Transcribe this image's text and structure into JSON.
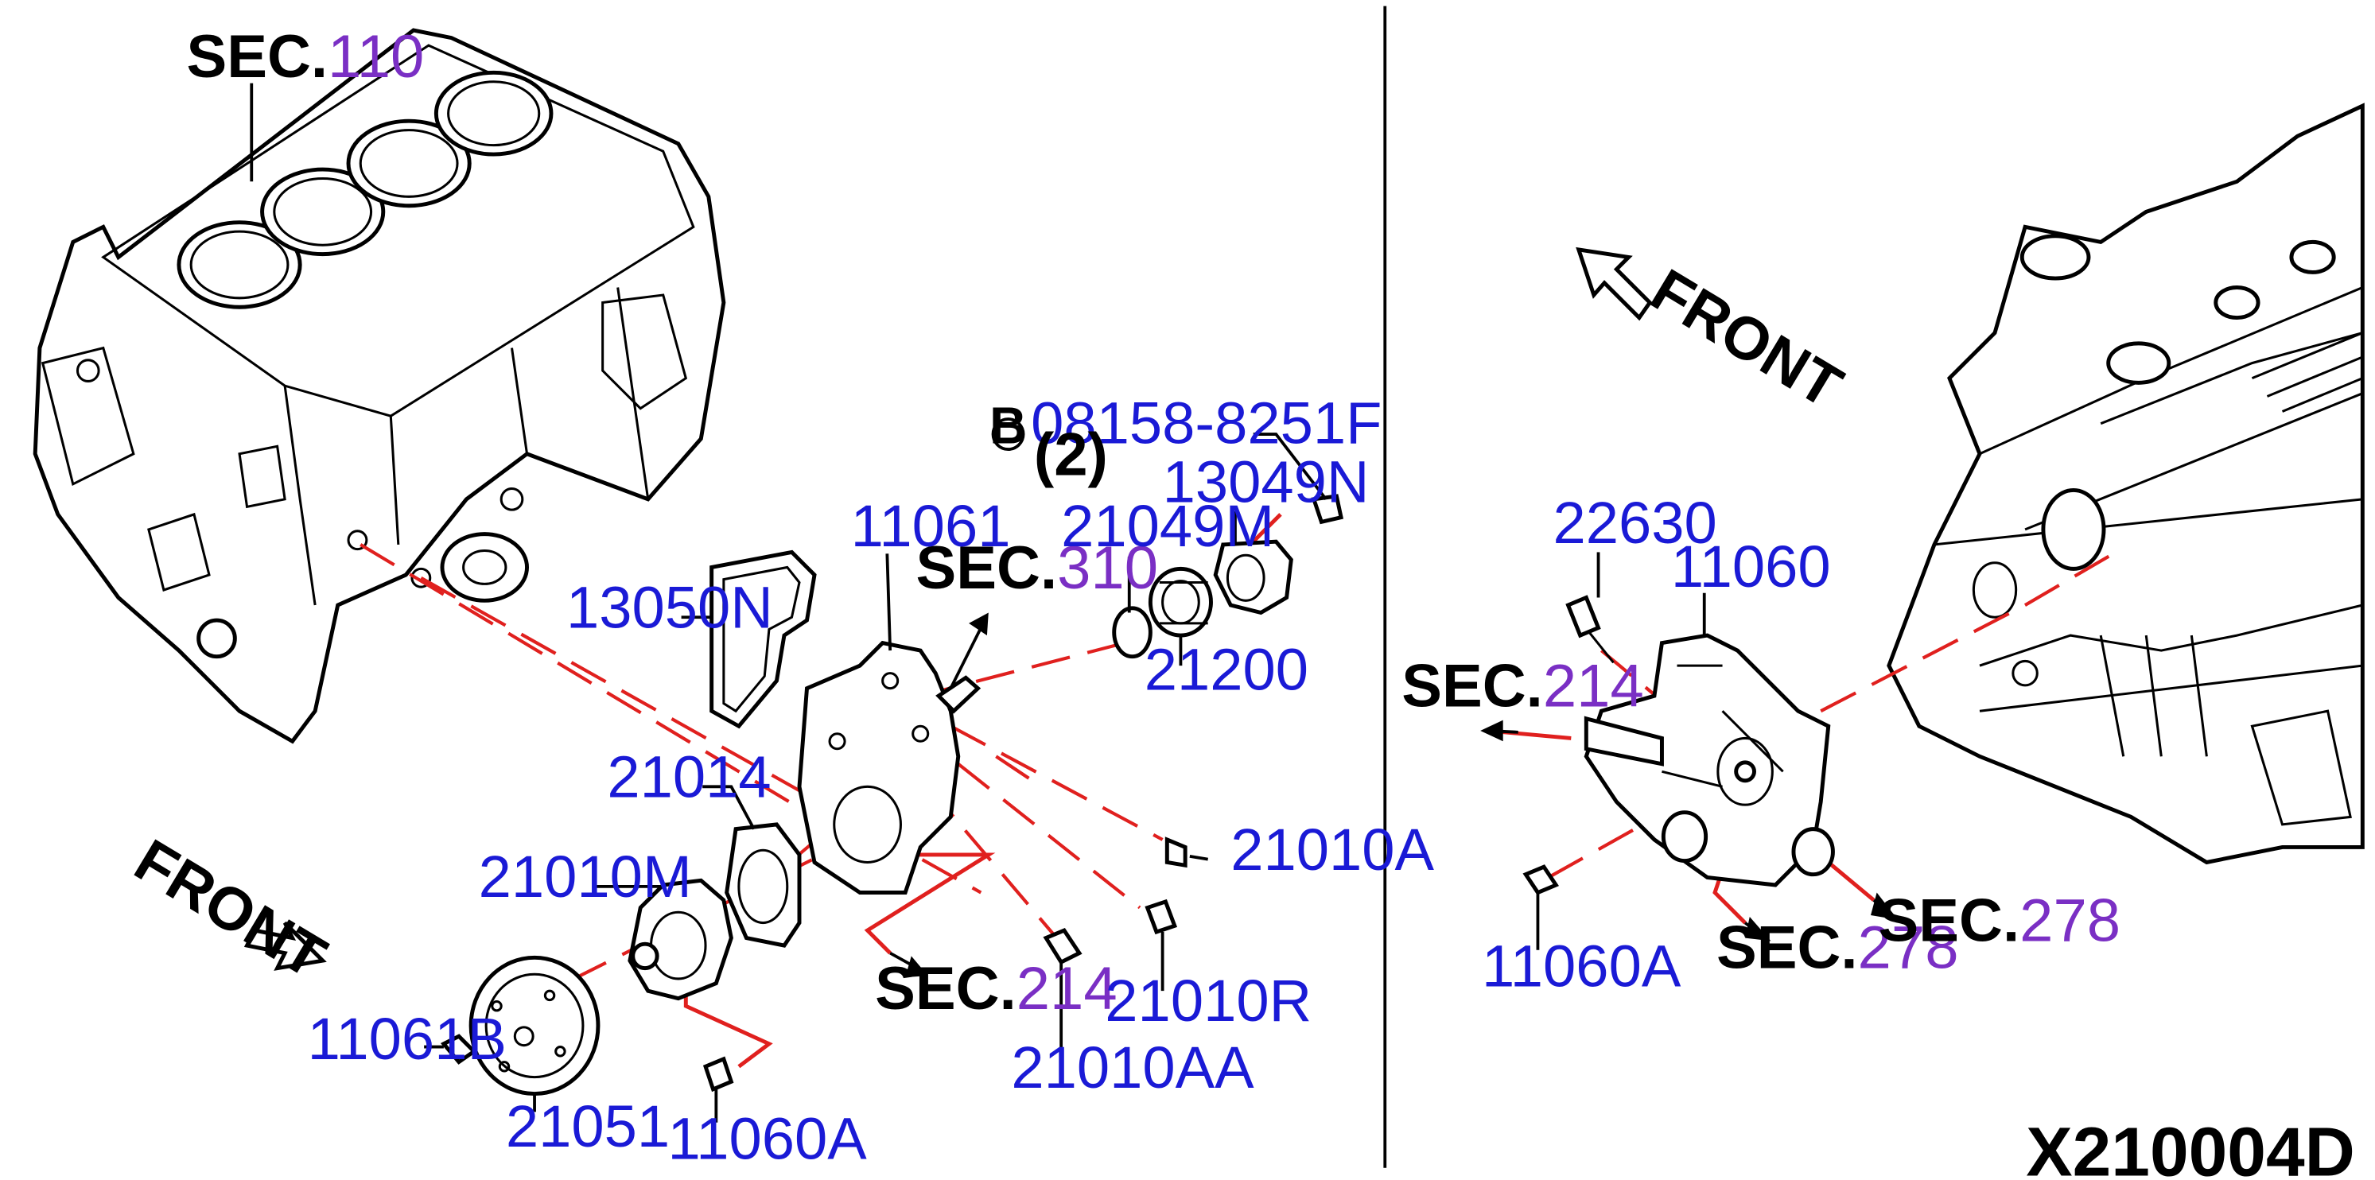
{
  "diagram_code": "X210004D",
  "sections": [
    {
      "prefix": "SEC.",
      "number": "110"
    },
    {
      "prefix": "SEC.",
      "number": "310"
    },
    {
      "prefix": "SEC.",
      "number": "214"
    },
    {
      "prefix": "SEC.",
      "number": "214"
    },
    {
      "prefix": "SEC.",
      "number": "278"
    },
    {
      "prefix": "SEC.",
      "number": "278"
    }
  ],
  "front_labels": [
    "FRONT",
    "FRONT"
  ],
  "bolt_marker": "B",
  "parts": {
    "p08158": "08158-8251F",
    "qty": "(2)",
    "p13049N": "13049N",
    "p21049M": "21049M",
    "p11061": "11061",
    "p13050N": "13050N",
    "p21200": "21200",
    "p21014": "21014",
    "p21010A": "21010A",
    "p21010M": "21010M",
    "p21010R": "21010R",
    "p21010AA": "21010AA",
    "p11061B": "11061B",
    "p21051": "21051",
    "p11060A_left": "11060A",
    "p22630": "22630",
    "p11060": "11060",
    "p11060A_right": "11060A"
  }
}
